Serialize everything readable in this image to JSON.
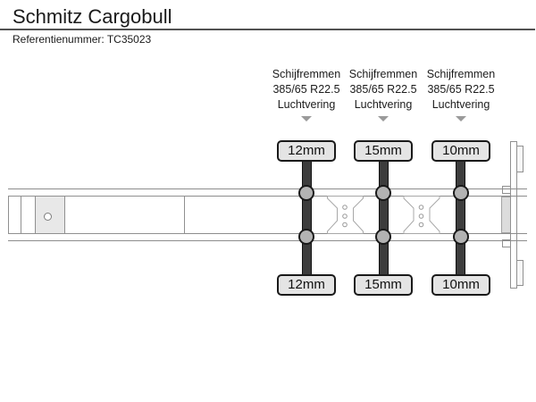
{
  "header": {
    "title": "Schmitz Cargobull",
    "reference": "Referentienummer: TC35023"
  },
  "axles": [
    {
      "spec": {
        "brakes": "Schijfremmen",
        "tyre_size": "385/65 R22.5",
        "suspension": "Luchtvering"
      },
      "top_measurement": "12mm",
      "bottom_measurement": "12mm"
    },
    {
      "spec": {
        "brakes": "Schijfremmen",
        "tyre_size": "385/65 R22.5",
        "suspension": "Luchtvering"
      },
      "top_measurement": "15mm",
      "bottom_measurement": "15mm"
    },
    {
      "spec": {
        "brakes": "Schijfremmen",
        "tyre_size": "385/65 R22.5",
        "suspension": "Luchtvering"
      },
      "top_measurement": "10mm",
      "bottom_measurement": "10mm"
    }
  ],
  "icons": {
    "arrow_down": "▼"
  },
  "colors": {
    "divider": "#525252",
    "axle_bar": "#3d3d3d",
    "hub_fill": "#b3b3b3",
    "label_bg": "#e4e4e4",
    "label_border": "#1a1a1a",
    "outline_gray": "#8c8c8c",
    "arrow": "#9a9a9a",
    "kingpin_plate": "#e8e8e8",
    "rear_column": "#dcdcdc"
  }
}
